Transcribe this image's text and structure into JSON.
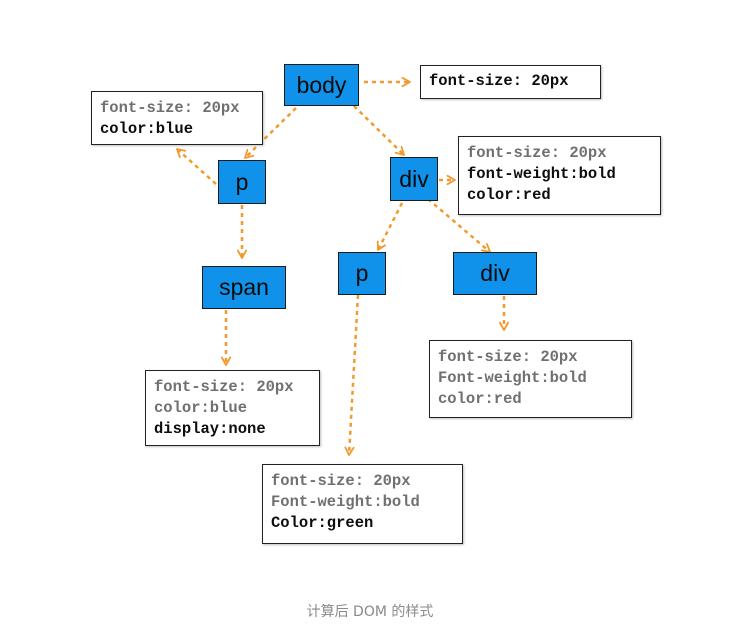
{
  "diagram": {
    "caption": "计算后 DOM 的样式",
    "colors": {
      "node_fill": "#1192ea",
      "arrow": "#f29a2e",
      "inherited_text": "#707070",
      "own_text": "#0d0d0d"
    },
    "nodes": {
      "body": "body",
      "p1": "p",
      "div1": "div",
      "span": "span",
      "p2": "p",
      "div2": "div"
    },
    "style_boxes": {
      "body": [
        {
          "text": "font-size: 20px",
          "inherited": false
        }
      ],
      "p1": [
        {
          "text": "font-size: 20px",
          "inherited": true
        },
        {
          "text": "color:blue",
          "inherited": false
        }
      ],
      "div1": [
        {
          "text": "font-size: 20px",
          "inherited": true
        },
        {
          "text": "font-weight:bold",
          "inherited": false
        },
        {
          "text": "color:red",
          "inherited": false
        }
      ],
      "span": [
        {
          "text": "font-size: 20px",
          "inherited": true
        },
        {
          "text": "color:blue",
          "inherited": true
        },
        {
          "text": "display:none",
          "inherited": false
        }
      ],
      "p2": [
        {
          "text": "font-size: 20px",
          "inherited": true
        },
        {
          "text": "Font-weight:bold",
          "inherited": true
        },
        {
          "text": "Color:green",
          "inherited": false
        }
      ],
      "div2": [
        {
          "text": "font-size: 20px",
          "inherited": true
        },
        {
          "text": "Font-weight:bold",
          "inherited": true
        },
        {
          "text": "color:red",
          "inherited": true
        }
      ]
    }
  }
}
